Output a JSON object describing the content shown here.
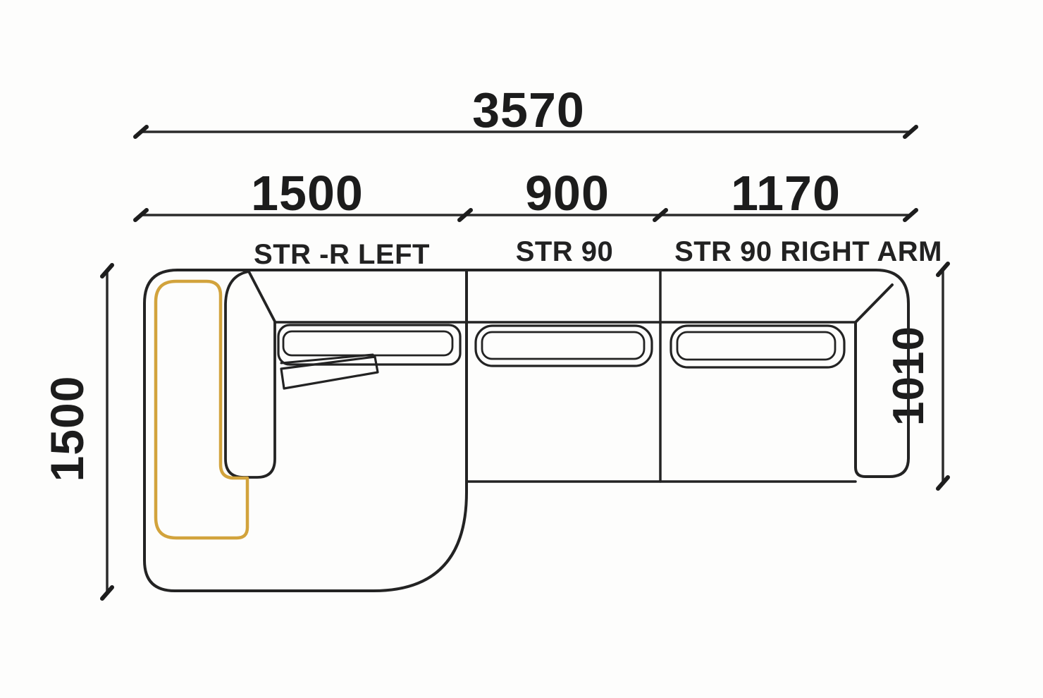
{
  "drawing": {
    "overall_width_label": "3570",
    "segments": [
      {
        "label": "1500",
        "section": "STR -R LEFT"
      },
      {
        "label": "900",
        "section": "STR 90"
      },
      {
        "label": "1170",
        "section": "STR 90 RIGHT ARM"
      }
    ],
    "depth_left_label": "1500",
    "depth_right_label": "1010",
    "colors": {
      "line": "#232323",
      "highlight": "#d2a33c",
      "background": "#fdfdfc"
    }
  }
}
